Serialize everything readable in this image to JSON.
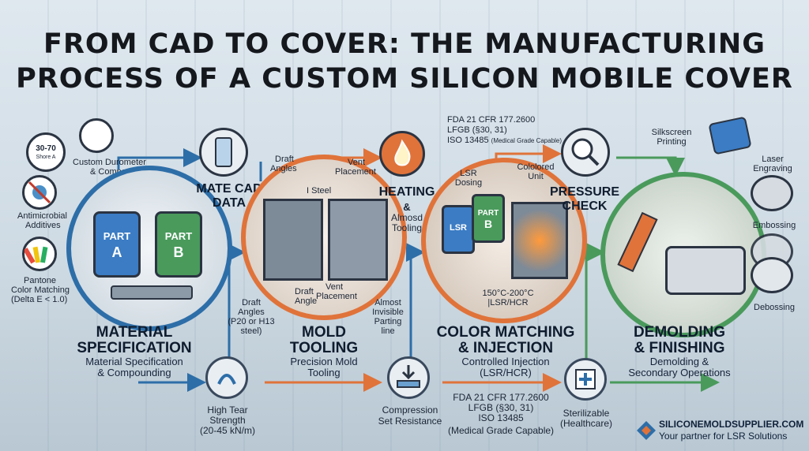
{
  "title_line1": "FROM CAD TO COVER: THE MANUFACTURING",
  "title_line2": "PROCESS OF A CUSTOM SILICON MOBILE COVER",
  "colors": {
    "blue": "#2d6ea8",
    "orange": "#e0733a",
    "green": "#4a9a5c",
    "dark": "#15181d"
  },
  "stage1": {
    "durometer_badge": "30-70",
    "durometer_badge_sub": "Shore A",
    "custom_durometer": "Custom Durometer",
    "compounding_label": "& Compounding",
    "antimicrobial_1": "Antimicrobial",
    "antimicrobial_2": "Additives",
    "pantone_1": "Pantone",
    "pantone_2": "Color Matching",
    "pantone_3": "(Delta E < 1.0)",
    "part_a": "PART",
    "part_a_letter": "A",
    "part_b": "PART",
    "part_b_letter": "B",
    "heading_1": "MATERIAL",
    "heading_2": "SPECIFICATION",
    "sub_1": "Material Specification",
    "sub_2": "& Compounding"
  },
  "cad": {
    "label_1": "MATE CAD",
    "label_2": "DATA"
  },
  "tear": {
    "label_1": "High Tear",
    "label_2": "Strength",
    "label_3": "(20-45 kN/m)"
  },
  "stage2": {
    "draft_angles_1": "Draft",
    "draft_angles_2": "Angles",
    "steel": "I Steel",
    "vent_1": "Vent",
    "vent_2": "Placement",
    "draft_angle_1": "Draft",
    "draft_angle_2": "Angle",
    "vent_b_1": "Vent",
    "vent_b_2": "Placement",
    "draft_p20_1": "Draft",
    "draft_p20_2": "Angles",
    "draft_p20_3": "(P20 or H13",
    "draft_p20_4": "steel)",
    "parting_1": "Almost",
    "parting_2": "Invisible",
    "parting_3": "Parting",
    "parting_4": "line",
    "heading_1": "MOLD",
    "heading_2": "TOOLING",
    "sub_1": "Precision Mold",
    "sub_2": "Tooling"
  },
  "heating": {
    "label_1": "HEATING",
    "label_2": "&",
    "label_3": "Almosd",
    "label_4": "Tooling"
  },
  "compliance_top": {
    "l1": "FDA 21 CFR 177.2600",
    "l2": "LFGB (§30, 31)",
    "l3": "ISO 13485",
    "l3_small": "(Medical Grade Capable)"
  },
  "stage3": {
    "lsr_dosing_1": "LSR",
    "lsr_dosing_2": "Dosing",
    "colored_unit_1": "Cololored",
    "colored_unit_2": "Unit",
    "lsr_tank": "LSR",
    "lsr_tank_b": "PART",
    "lsr_tank_b_letter": "B",
    "temp_1": "150°C-200°C",
    "temp_2": "|LSR/HCR",
    "heading_1": "COLOR MATCHING",
    "heading_2": "& INJECTION",
    "sub_1": "Controlled Injection",
    "sub_2": "(LSR/HCR)"
  },
  "compression": {
    "label_1": "Compression",
    "label_2": "Set Resistance"
  },
  "compliance_bottom": {
    "l1": "FDA 21 CFR 177.2600",
    "l2": "LFGB (§30, 31)",
    "l3": "ISO 13485",
    "l4": "(Medical Grade Capable)"
  },
  "pressure": {
    "label_1": "PRESSURE",
    "label_2": "CHECK"
  },
  "sterile": {
    "label_1": "Sterilizable",
    "label_2": "(Healthcare)"
  },
  "stage4": {
    "silkscreen_1": "Silkscreen",
    "silkscreen_2": "Printing",
    "laser_1": "Laser",
    "laser_2": "Engraving",
    "embossing": "Embossing",
    "debossing": "Debossing",
    "heading_1": "DEMOLDING",
    "heading_2": "& FINISHING",
    "sub_1": "Demolding &",
    "sub_2": "Secondary Operations"
  },
  "brand": {
    "name": "SILICONEMOLDSUPPLIER.COM",
    "tagline": "Your partner for LSR Solutions"
  }
}
